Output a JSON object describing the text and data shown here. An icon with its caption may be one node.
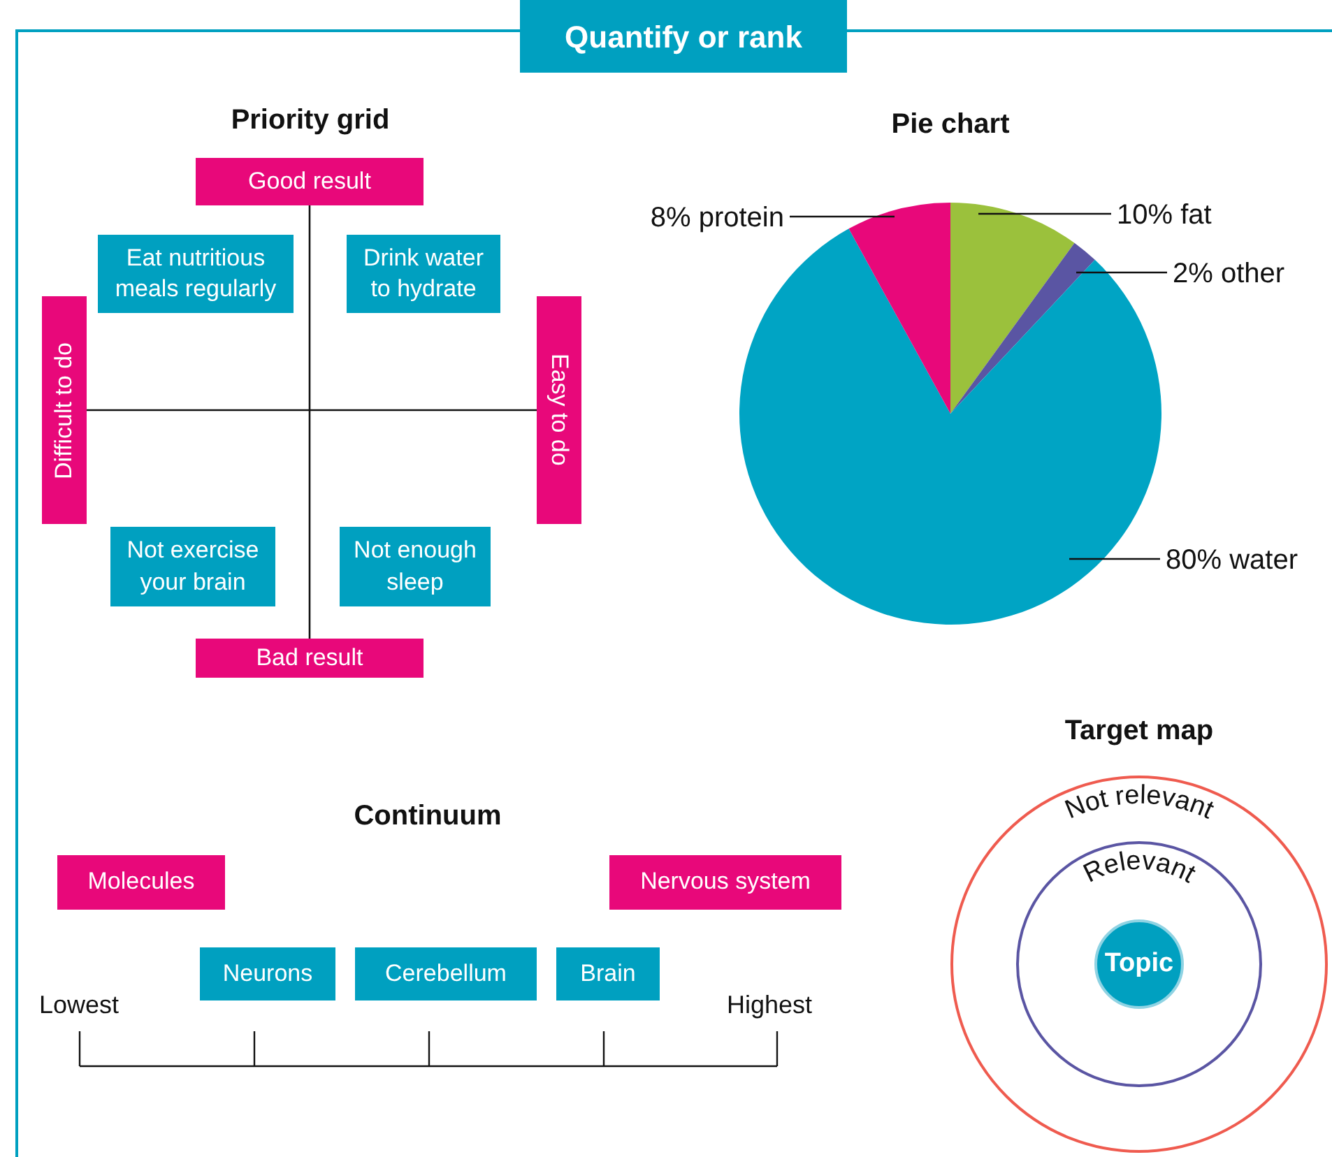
{
  "diagram": {
    "title": "Quantify or rank",
    "nodes": [
      {
        "text": [
          "Good result"
        ]
      },
      {
        "text": [
          "Eat nutritious meals regularly"
        ]
      },
      {
        "text": [
          "Drink water to hydrate"
        ]
      },
      {
        "text": [
          "Difficult to do"
        ]
      },
      {
        "text": [
          "Easy to do"
        ]
      },
      {
        "text": [
          "Not exercise your brain"
        ]
      },
      {
        "text": [
          "Not enough sleep"
        ]
      },
      {
        "text": [
          "Bad result"
        ]
      },
      {
        "text": [
          "Molecules"
        ]
      },
      {
        "text": [
          "Nervous system"
        ]
      },
      {
        "text": [
          "Neurons"
        ]
      },
      {
        "text": [
          "Cerebellum"
        ]
      },
      {
        "text": [
          "Brain"
        ]
      },
      {
        "text": [
          "Not relevant"
        ]
      },
      {
        "text": [
          "Relevant"
        ],
        "in": 13
      },
      {
        "text": [
          "Topic"
        ],
        "in": 14
      }
    ],
    "edges": [
      {
        "from": 0,
        "to": 7,
        "arrow": "none"
      },
      {
        "from": 3,
        "to": 4,
        "arrow": "none"
      }
    ],
    "labels": [
      "Priority grid",
      "Target map",
      "Continuum",
      "Lowest",
      "Highest"
    ],
    "chart_data": {
      "type": "pie",
      "title": "Pie chart",
      "categories": [
        "10% fat",
        "2% other",
        "80% water",
        "8% protein"
      ],
      "series": [
        {
          "values": [
            10,
            2,
            80,
            8
          ],
          "colors": [
            "#9bc13c",
            "#5a55a3",
            "#00a4c4",
            "#e8087a"
          ]
        }
      ]
    }
  }
}
